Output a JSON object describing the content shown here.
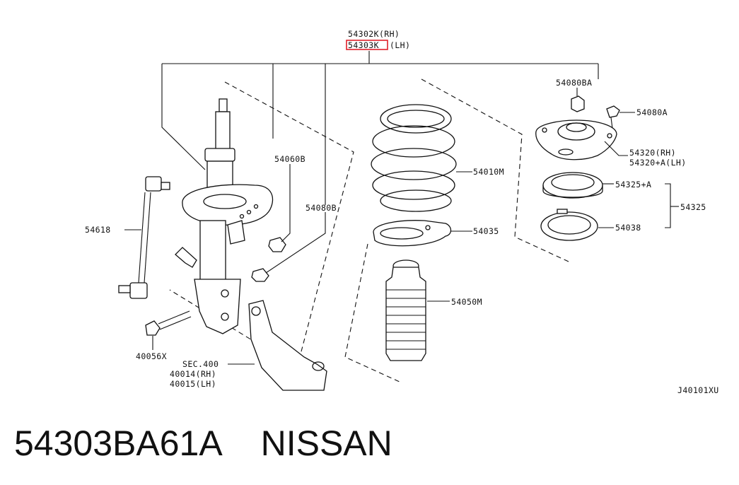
{
  "callouts": {
    "strut_rh": "54302K(RH)",
    "strut_lh_code": "54303K",
    "strut_lh_side": "(LH)",
    "mount_bolt": "54080BA",
    "mount_bolt_a": "54080A",
    "insulator_rh": "54320(RH)",
    "insulator_lh": "54320+A(LH)",
    "bearing": "54325+A",
    "bearing_kit": "54325",
    "seat": "54038",
    "spring": "54010M",
    "spring_seat": "54035",
    "bumper": "54050M",
    "nut_b": "54060B",
    "bolt_b": "54080B",
    "stabilizer_link": "54618",
    "knuckle_bolt": "40056X",
    "sec": "SEC.400",
    "knuckle_rh": "40014(RH)",
    "knuckle_lh": "40015(LH)",
    "diagram_code": "J40101XU"
  },
  "footer": {
    "part_number": "54303BA61A",
    "brand": "NISSAN"
  },
  "colors": {
    "highlight": "#e0202a",
    "ink": "#111111"
  }
}
